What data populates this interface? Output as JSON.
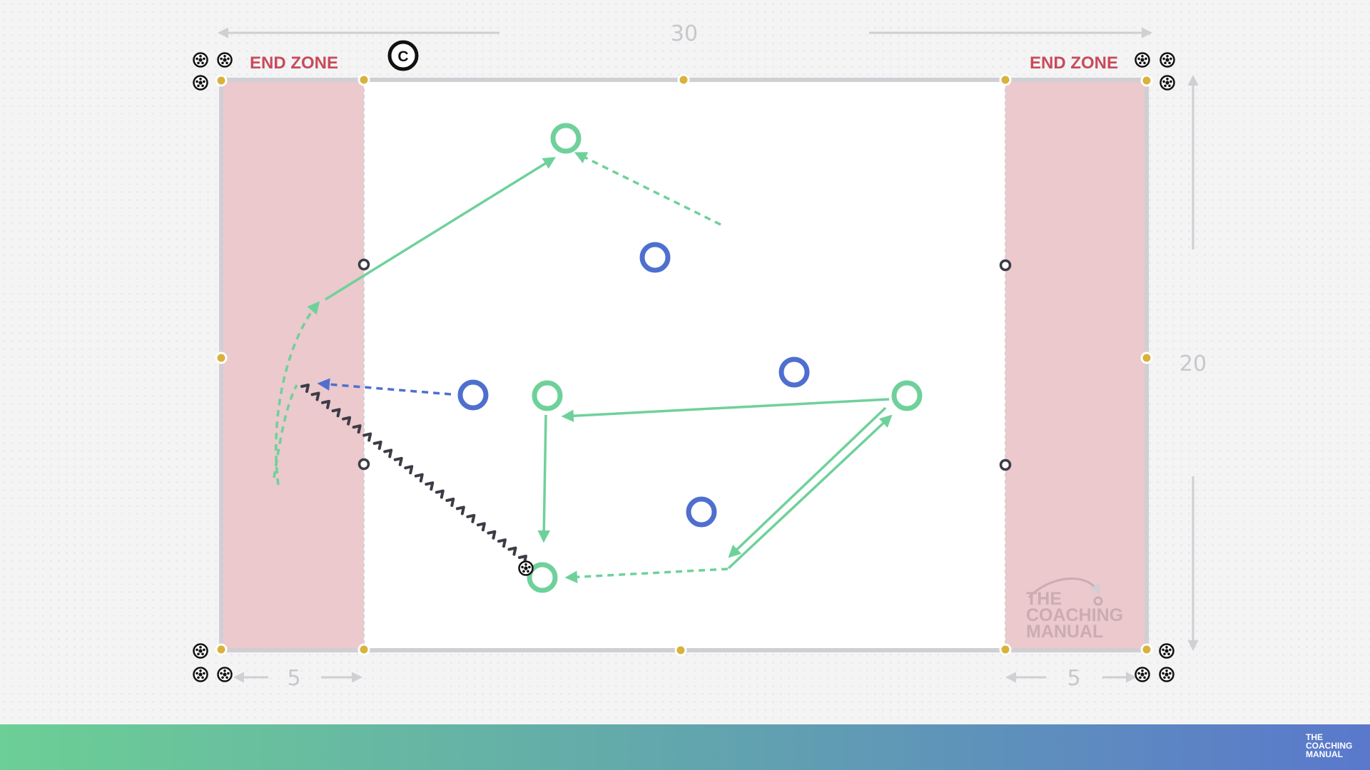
{
  "diagram": {
    "end_zone_left": "END ZONE",
    "end_zone_right": "END ZONE",
    "dimension_length": "30",
    "dimension_width": "20",
    "dimension_end_left": "5",
    "dimension_end_right": "5",
    "coach_marker": "C"
  },
  "watermark": {
    "line1": "THE",
    "line2": "COACHING",
    "line3": "MANUAL"
  },
  "footer": {
    "logo_line1": "THE",
    "logo_line2": "COACHING",
    "logo_line3": "MANUAL"
  },
  "colors": {
    "attacker": "#6fd19a",
    "defender": "#4f6fcf",
    "end_zone_fill": "#ebc9cd",
    "cone_yellow": "#d8b23a",
    "cone_dark": "#3c3c46",
    "footer_start": "#6ccf95",
    "footer_end": "#5a78cc"
  }
}
